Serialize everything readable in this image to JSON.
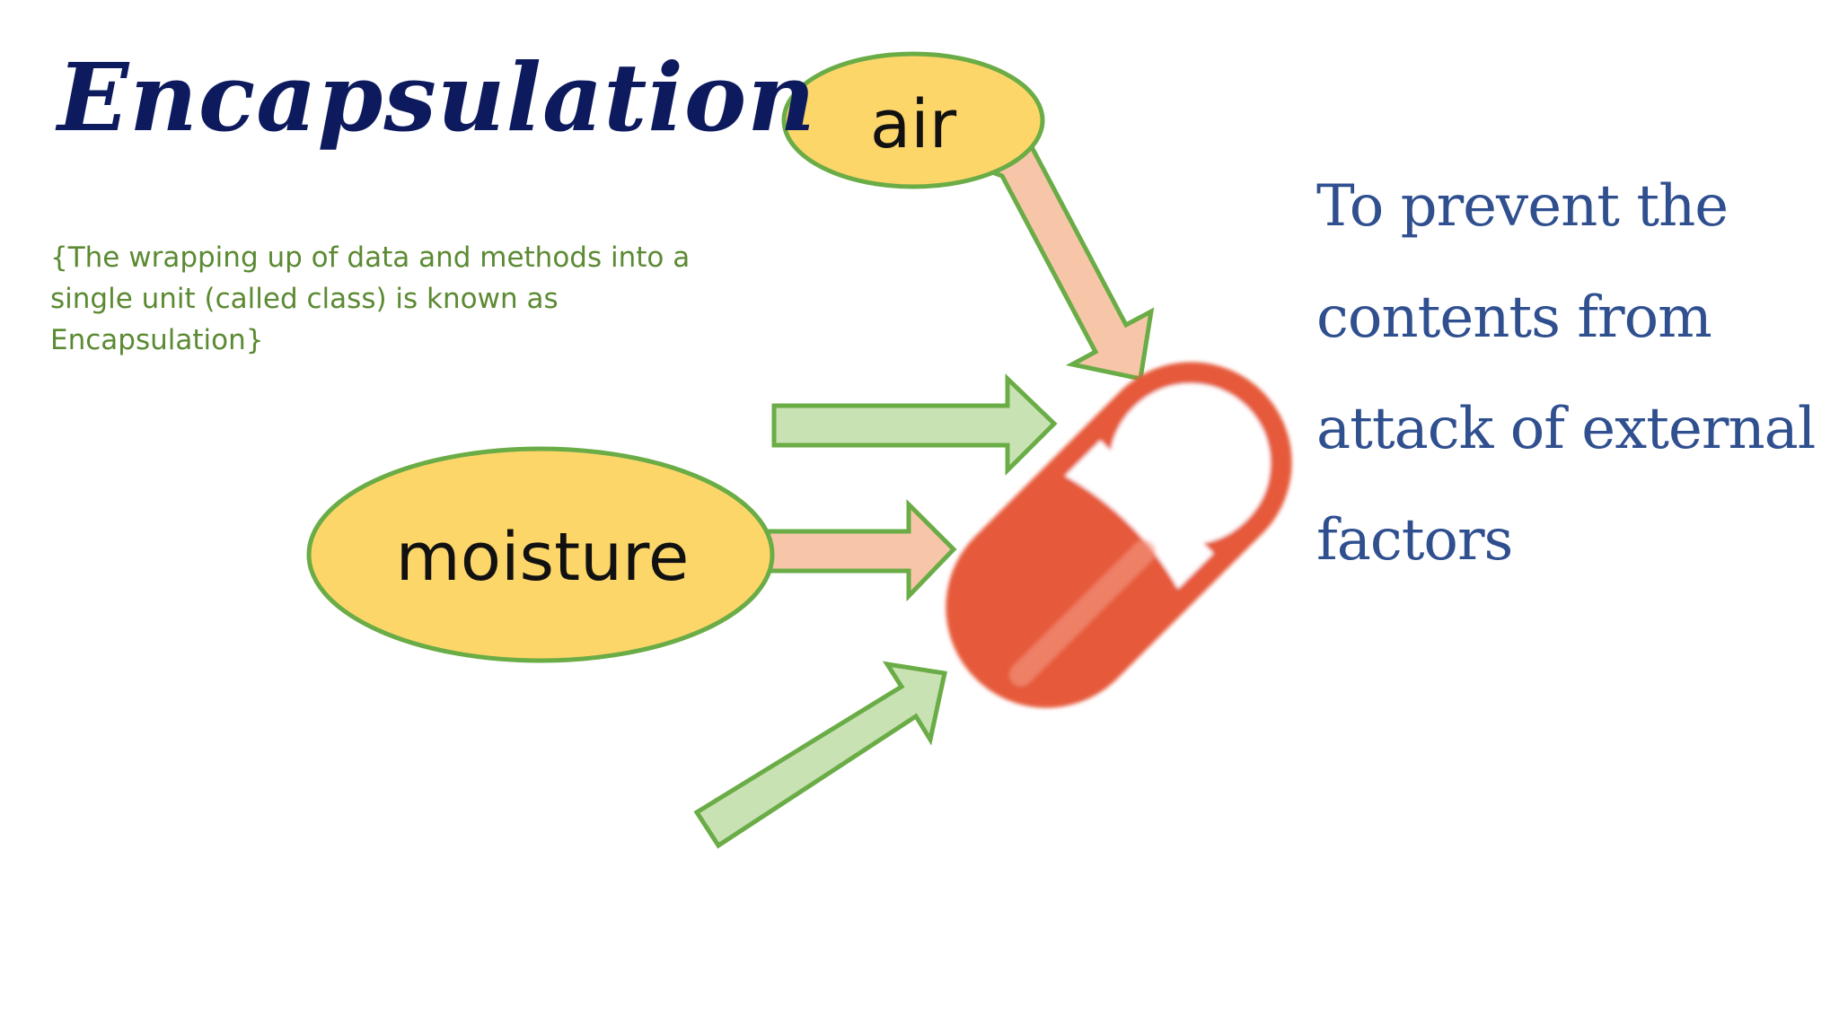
{
  "slide": {
    "title": "Encapsulation",
    "definition": "{The wrapping up of data and methods into a single unit (called class) is known as Encapsulation}",
    "purpose": "To prevent the contents from attack of external factors"
  },
  "diagram": {
    "bubbles": {
      "air": "air",
      "moisture": "moisture"
    },
    "icons": {
      "capsule": "capsule-icon"
    },
    "colors": {
      "bubble_fill": "#fdd66a",
      "bubble_stroke": "#6aac46",
      "arrow_green_fill": "#c8e2b4",
      "arrow_peach_fill": "#f7c6a9",
      "arrow_stroke": "#6aac46",
      "capsule_red": "#e65a3a",
      "title_color": "#0d1b5e",
      "definition_color": "#5b8a32",
      "purpose_color": "#2f4f8f"
    }
  }
}
